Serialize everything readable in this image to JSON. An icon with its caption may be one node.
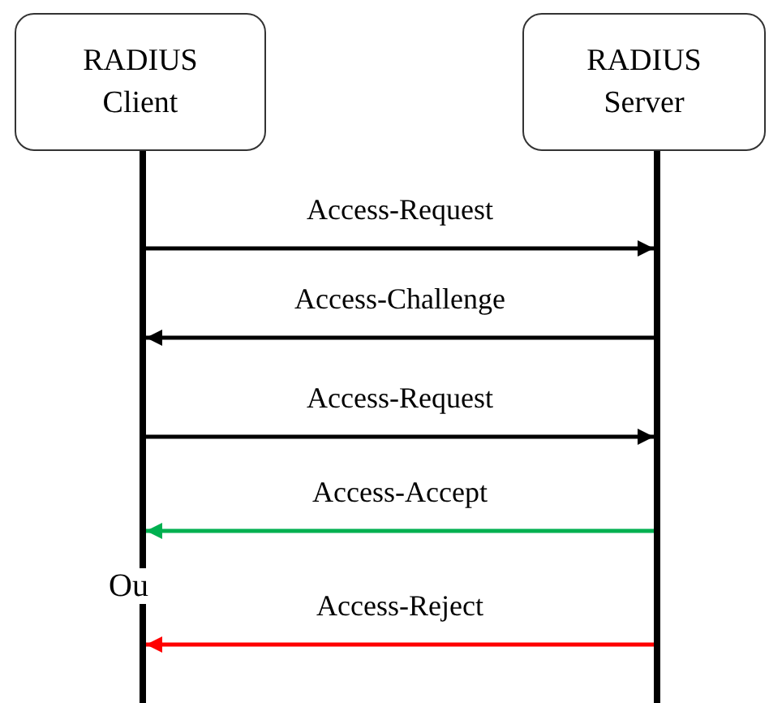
{
  "diagram": {
    "nodes": [
      {
        "text": [
          "RADIUS Client"
        ]
      },
      {
        "text": [
          "RADIUS Server"
        ]
      },
      {
        "text": [],
        "shape": "bar"
      },
      {
        "text": [],
        "shape": "bar"
      }
    ],
    "edges": [
      {
        "from": 2,
        "to": 3,
        "arrow": "to",
        "label": "Access-Request"
      },
      {
        "from": 3,
        "to": 2,
        "arrow": "to",
        "label": "Access-Challenge"
      },
      {
        "from": 2,
        "to": 3,
        "arrow": "to",
        "label": "Access-Request"
      },
      {
        "from": 3,
        "to": 2,
        "arrow": "to",
        "label": "Access-Accept",
        "color": "#00b050"
      },
      {
        "from": 3,
        "to": 2,
        "arrow": "to",
        "label": "Access-Reject",
        "color": "#ff0000"
      }
    ],
    "labels": [
      "Ou"
    ]
  }
}
